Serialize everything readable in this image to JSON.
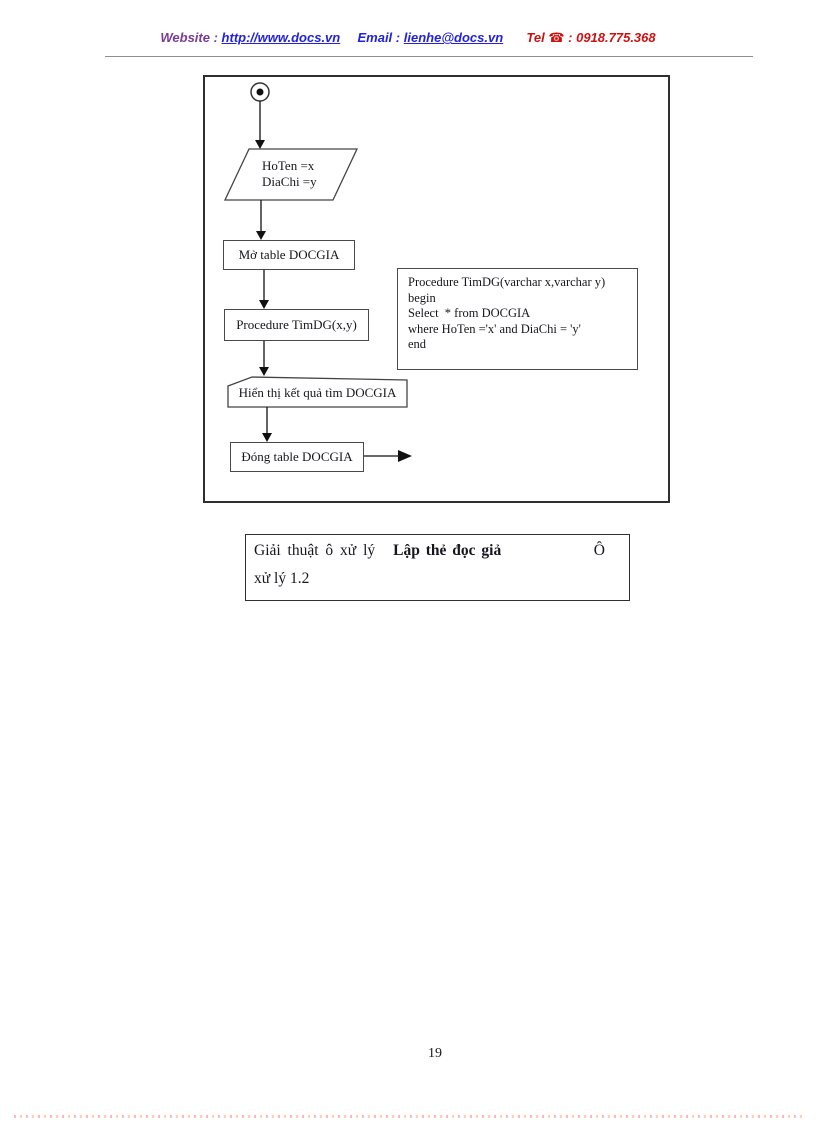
{
  "header": {
    "website_label": "Website :",
    "website_url": "http://www.docs.vn",
    "email_label": "Email",
    "email_sep": ":",
    "email_value": "lienhe@docs.vn",
    "tel_label": "Tel",
    "phone_icon": "☎",
    "tel_value": ": 0918.775.368"
  },
  "colors": {
    "header_purple": "#7a3b96",
    "header_blue": "#2222dd",
    "header_red": "#cc1111",
    "dot_pink": "#ffb6c1",
    "dot_orange": "#ffd2a6"
  },
  "flowchart": {
    "input_line1": "HoTen =x",
    "input_line2": "DiaChi =y",
    "step_open": "Mở table DOCGIA",
    "step_procedure": "Procedure TimDG(x,y)",
    "step_display": "Hiển thị kết quả tìm DOCGIA",
    "step_close": "Đóng table DOCGIA",
    "code_lines": [
      "Procedure TimDG(varchar x,varchar y)",
      "begin",
      "Select  * from DOCGIA",
      "where HoTen ='x' and DiaChi = 'y'",
      "end"
    ]
  },
  "caption": {
    "prefix": "Giải thuật ô xử lý",
    "bold_title": "Lập thẻ đọc giả",
    "suffix": "Ô",
    "line2": "xử lý 1.2"
  },
  "footer": {
    "page_number": "19"
  }
}
